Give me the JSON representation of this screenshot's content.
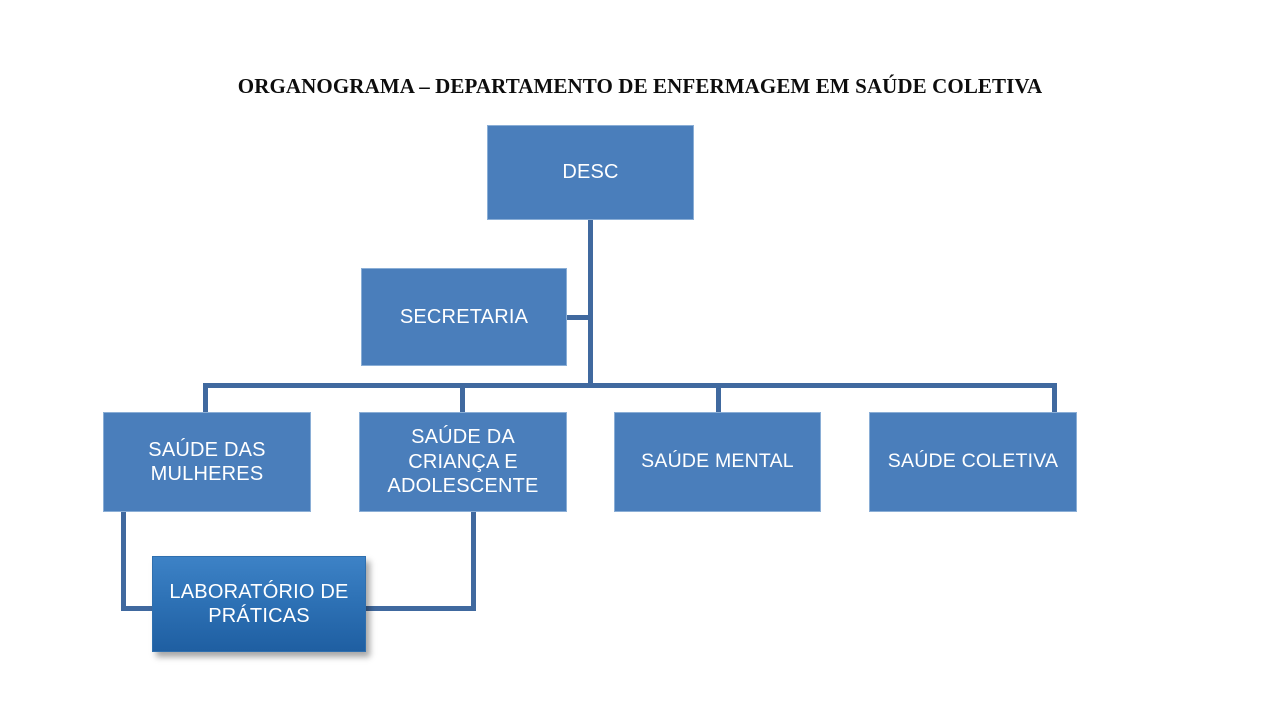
{
  "chart_data": {
    "type": "diagram",
    "diagram_type": "organizational-chart",
    "title": "ORGANOGRAMA – DEPARTAMENTO DE ENFERMAGEM EM SAÚDE COLETIVA",
    "nodes": [
      {
        "id": "desc",
        "label": "DESC",
        "level": 0
      },
      {
        "id": "secretaria",
        "label": "SECRETARIA",
        "level": 1
      },
      {
        "id": "mulheres",
        "label": "SAÚDE DAS MULHERES",
        "level": 2
      },
      {
        "id": "crianca",
        "label": "SAÚDE DA CRIANÇA E ADOLESCENTE",
        "level": 2
      },
      {
        "id": "mental",
        "label": "SAÚDE MENTAL",
        "level": 2
      },
      {
        "id": "coletiva",
        "label": "SAÚDE COLETIVA",
        "level": 2
      },
      {
        "id": "laboratorio",
        "label": "LABORATÓRIO DE PRÁTICAS",
        "level": 3
      }
    ],
    "edges": [
      {
        "from": "desc",
        "to": "secretaria"
      },
      {
        "from": "desc",
        "to": "mulheres"
      },
      {
        "from": "desc",
        "to": "crianca"
      },
      {
        "from": "desc",
        "to": "mental"
      },
      {
        "from": "desc",
        "to": "coletiva"
      },
      {
        "from": "mulheres",
        "to": "laboratorio"
      },
      {
        "from": "crianca",
        "to": "laboratorio"
      }
    ],
    "colors": {
      "box_fill": "#4a7ebb",
      "box_border": "#8aaed6",
      "connector": "#40699f",
      "box_text": "#ffffff",
      "title_text": "#0d0d0d",
      "highlight_box_fill_top": "#3d82c6",
      "highlight_box_fill_bottom": "#1f5fa2",
      "background": "#ffffff"
    }
  },
  "page": {
    "title": "ORGANOGRAMA – DEPARTAMENTO DE ENFERMAGEM EM SAÚDE COLETIVA"
  },
  "nodes": {
    "desc": {
      "label": "DESC"
    },
    "secretaria": {
      "label": "SECRETARIA"
    },
    "mulheres": {
      "label_line1": "SAÚDE DAS",
      "label_line2": "MULHERES"
    },
    "crianca": {
      "label_line1": "SAÚDE DA",
      "label_line2": "CRIANÇA E",
      "label_line3": "ADOLESCENTE"
    },
    "mental": {
      "label": "SAÚDE MENTAL"
    },
    "coletiva": {
      "label": "SAÚDE COLETIVA"
    },
    "laboratorio": {
      "label_line1": "LABORATÓRIO DE",
      "label_line2": "PRÁTICAS"
    }
  }
}
